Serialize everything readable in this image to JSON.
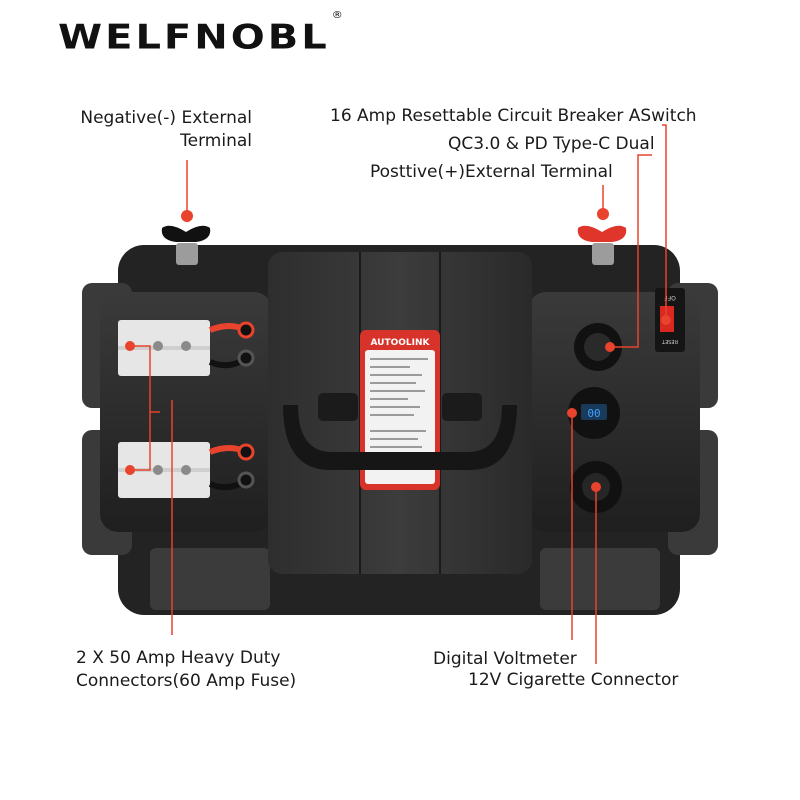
{
  "brand": {
    "name": "WELFNOBL",
    "mark": "®"
  },
  "labels": {
    "negative_line1": "Negative(-) External",
    "negative_line2": "Terminal",
    "breaker": "16 Amp Resettable Circuit Breaker ASwitch",
    "qc_usb": "QC3.0 & PD Type-C Dual",
    "positive": "Posttive(+)External Terminal",
    "connectors_line1": "2 X 50 Amp Heavy Duty",
    "connectors_line2": "Connectors(60 Amp Fuse)",
    "voltmeter": "Digital Voltmeter",
    "cigarette": "12V Cigarette Connector"
  },
  "product": {
    "logo": "AUTOOLINK",
    "switch_top": "OFF",
    "switch_bottom": "RESET"
  },
  "colors": {
    "accent": "#e8432c",
    "body": "#2a2a2a",
    "connector": "#e6e6e6"
  }
}
